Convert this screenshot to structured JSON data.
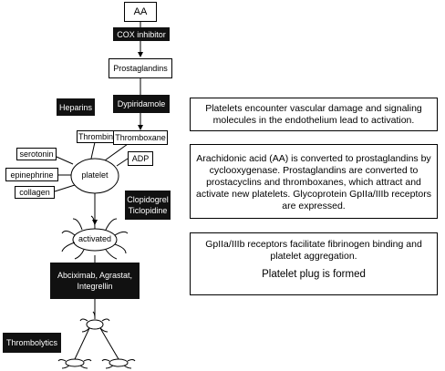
{
  "pathway": {
    "aa": "AA",
    "cox_inhibitor": "COX inhibitor",
    "prostaglandins": "Prostaglandins",
    "heparins": "Heparins",
    "dypiridamole": "Dypiridamole",
    "thrombin": "Thrombin",
    "thromboxane": "Thromboxane",
    "serotonin": "serotonin",
    "platelet": "platelet",
    "adp": "ADP",
    "epinephrine": "epinephrine",
    "collagen": "collagen",
    "clopidogrel_ticlopidine": "Clopidogrel\nTiclopidine",
    "activated": "activated",
    "gp_inhibitors": "Abciximab, Agrastat,\nIntegrellin",
    "thrombolytics": "Thrombolytics"
  },
  "descriptions": {
    "step1": "Platelets encounter vascular damage and signaling molecules in the endothelium lead to activation.",
    "step2": "Arachidonic acid (AA) is converted to prostaglandins by cyclooxygenase. Prostaglandins are converted to prostacyclins and thromboxanes, which attract and activate new platelets. Glycoprotein GpIIa/IIIb receptors are expressed.",
    "step3_a": "GpIIa/IIIb receptors facilitate fibrinogen binding and platelet aggregation.",
    "step3_b": "Platelet plug is formed"
  }
}
